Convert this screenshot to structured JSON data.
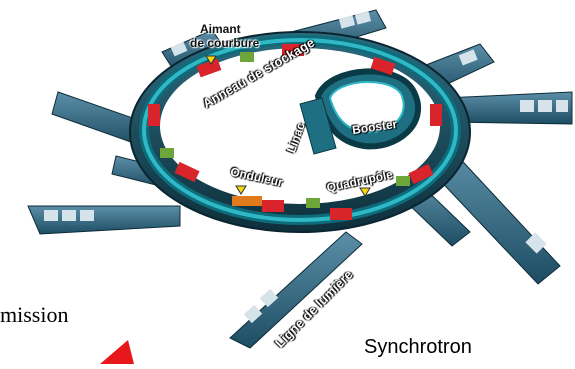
{
  "labels": {
    "aimant_line1": "Aimant",
    "aimant_line2": "de courbure",
    "anneau": "Anneau de stockage",
    "booster": "Booster",
    "linac": "Linac",
    "onduleur": "Onduleur",
    "quadrupole": "Quadrupôle",
    "ligne": "Ligne de lumière",
    "emission": "mission",
    "synchrotron": "Synchrotron"
  },
  "colors": {
    "hall": "#1f4f63",
    "hall_dark": "#10303d",
    "ring": "#2fb8c6",
    "ring_dark": "#0e6b7a",
    "booster": "#1e6f82",
    "magnet": "#d8242a",
    "quad": "#6fa63a",
    "undulator": "#e07a1a",
    "beamline_wall": "#2c6e8c",
    "beamline_floor": "#8aa4b0",
    "arrow": "#e8171c"
  },
  "icons": [
    "red-arrow-icon",
    "yellow-marker-icon"
  ]
}
